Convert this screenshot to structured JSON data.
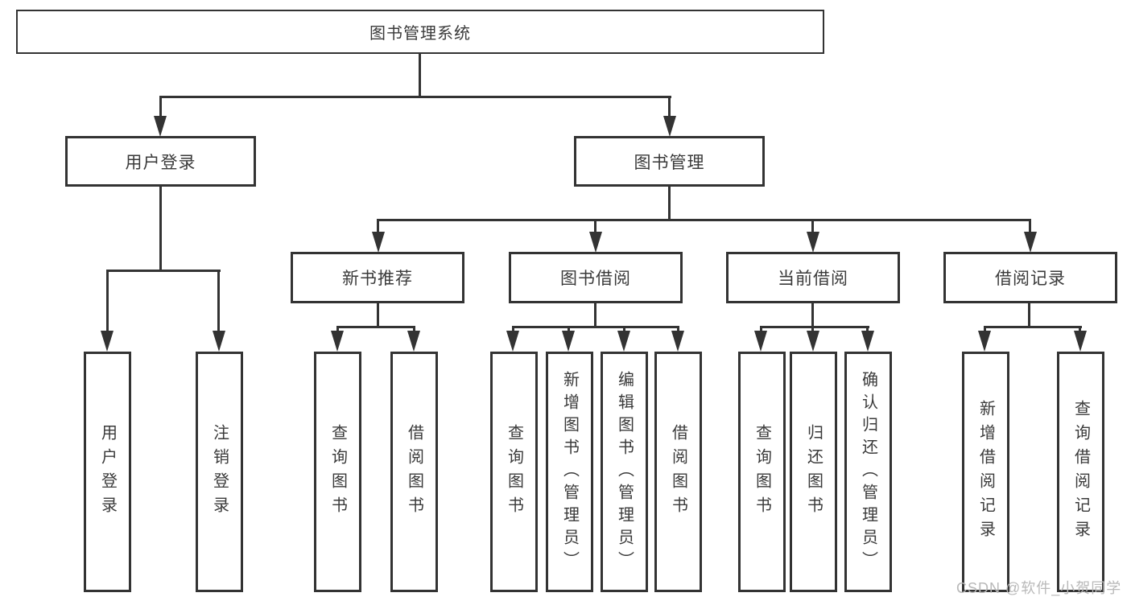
{
  "diagram_type": "tree",
  "nodes": {
    "root": "图书管理系统",
    "user_login": "用户登录",
    "book_mgmt": "图书管理",
    "new_books": "新书推荐",
    "book_borrow": "图书借阅",
    "current_borrow": "当前借阅",
    "borrow_records": "借阅记录"
  },
  "leaves": {
    "user_login": [
      "用户登录",
      "注销登录"
    ],
    "new_books": [
      "查询图书",
      "借阅图书"
    ],
    "book_borrow": [
      "查询图书",
      "新增图书（管理员）",
      "编辑图书（管理员）",
      "借阅图书"
    ],
    "current_borrow": [
      "查询图书",
      "归还图书",
      "确认归还（管理员）"
    ],
    "borrow_records": [
      "新增借阅记录",
      "查询借阅记录"
    ]
  },
  "watermark": "CSDN @软件_小贺同学",
  "colors": {
    "line": "#333333",
    "text": "#3a3a3a",
    "watermark": "#b9b9b9",
    "background": "#ffffff"
  }
}
